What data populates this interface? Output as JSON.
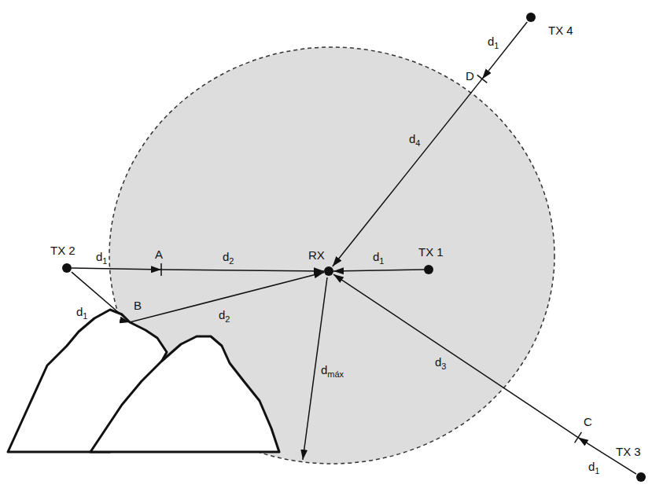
{
  "diagram": {
    "nodes": [
      {
        "text": [
          "TX 4"
        ]
      },
      {
        "text": [
          "TX 2"
        ]
      },
      {
        "text": [
          "RX"
        ]
      },
      {
        "text": [
          "TX 1"
        ]
      },
      {
        "text": [
          "TX 3"
        ]
      }
    ],
    "edges": [
      {
        "from": 1,
        "to": 2,
        "arrow": "to"
      },
      {
        "from": 1,
        "to": 2,
        "arrow": "to"
      },
      {
        "from": 3,
        "to": 2,
        "label": "d1",
        "arrow": "to"
      },
      {
        "from": 4,
        "to": 2,
        "arrow": "to"
      },
      {
        "from": 0,
        "to": 2,
        "arrow": "to"
      }
    ],
    "labels": [
      "d1",
      "D",
      "d4",
      "d1",
      "A",
      "d2",
      "d1",
      "B",
      "d2",
      "dmáx",
      "d3",
      "C",
      "d1"
    ]
  }
}
